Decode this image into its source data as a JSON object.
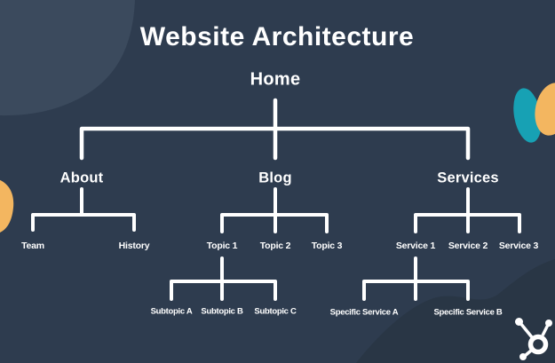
{
  "title": "Website Architecture",
  "brand": {
    "logo_icon": "hubspot-sprocket-logo"
  },
  "colors": {
    "background": "#2e3c4f",
    "background_light_blob": "#3b4a5d",
    "background_dark_blob": "#293645",
    "accent_teal": "#17a1b4",
    "accent_orange": "#f3b660",
    "line": "#ffffff",
    "text": "#ffffff"
  },
  "tree": {
    "root": {
      "label": "Home"
    },
    "children": [
      {
        "label": "About",
        "children": [
          {
            "label": "Team"
          },
          {
            "label": "History"
          }
        ]
      },
      {
        "label": "Blog",
        "children": [
          {
            "label": "Topic 1",
            "children": [
              {
                "label": "Subtopic A"
              },
              {
                "label": "Subtopic B"
              },
              {
                "label": "Subtopic C"
              }
            ]
          },
          {
            "label": "Topic 2"
          },
          {
            "label": "Topic 3"
          }
        ]
      },
      {
        "label": "Services",
        "children": [
          {
            "label": "Service 1",
            "children": [
              {
                "label": "Specific Service A"
              },
              {
                "label": "Specific Service B"
              }
            ]
          },
          {
            "label": "Service 2"
          },
          {
            "label": "Service 3"
          }
        ]
      }
    ]
  }
}
